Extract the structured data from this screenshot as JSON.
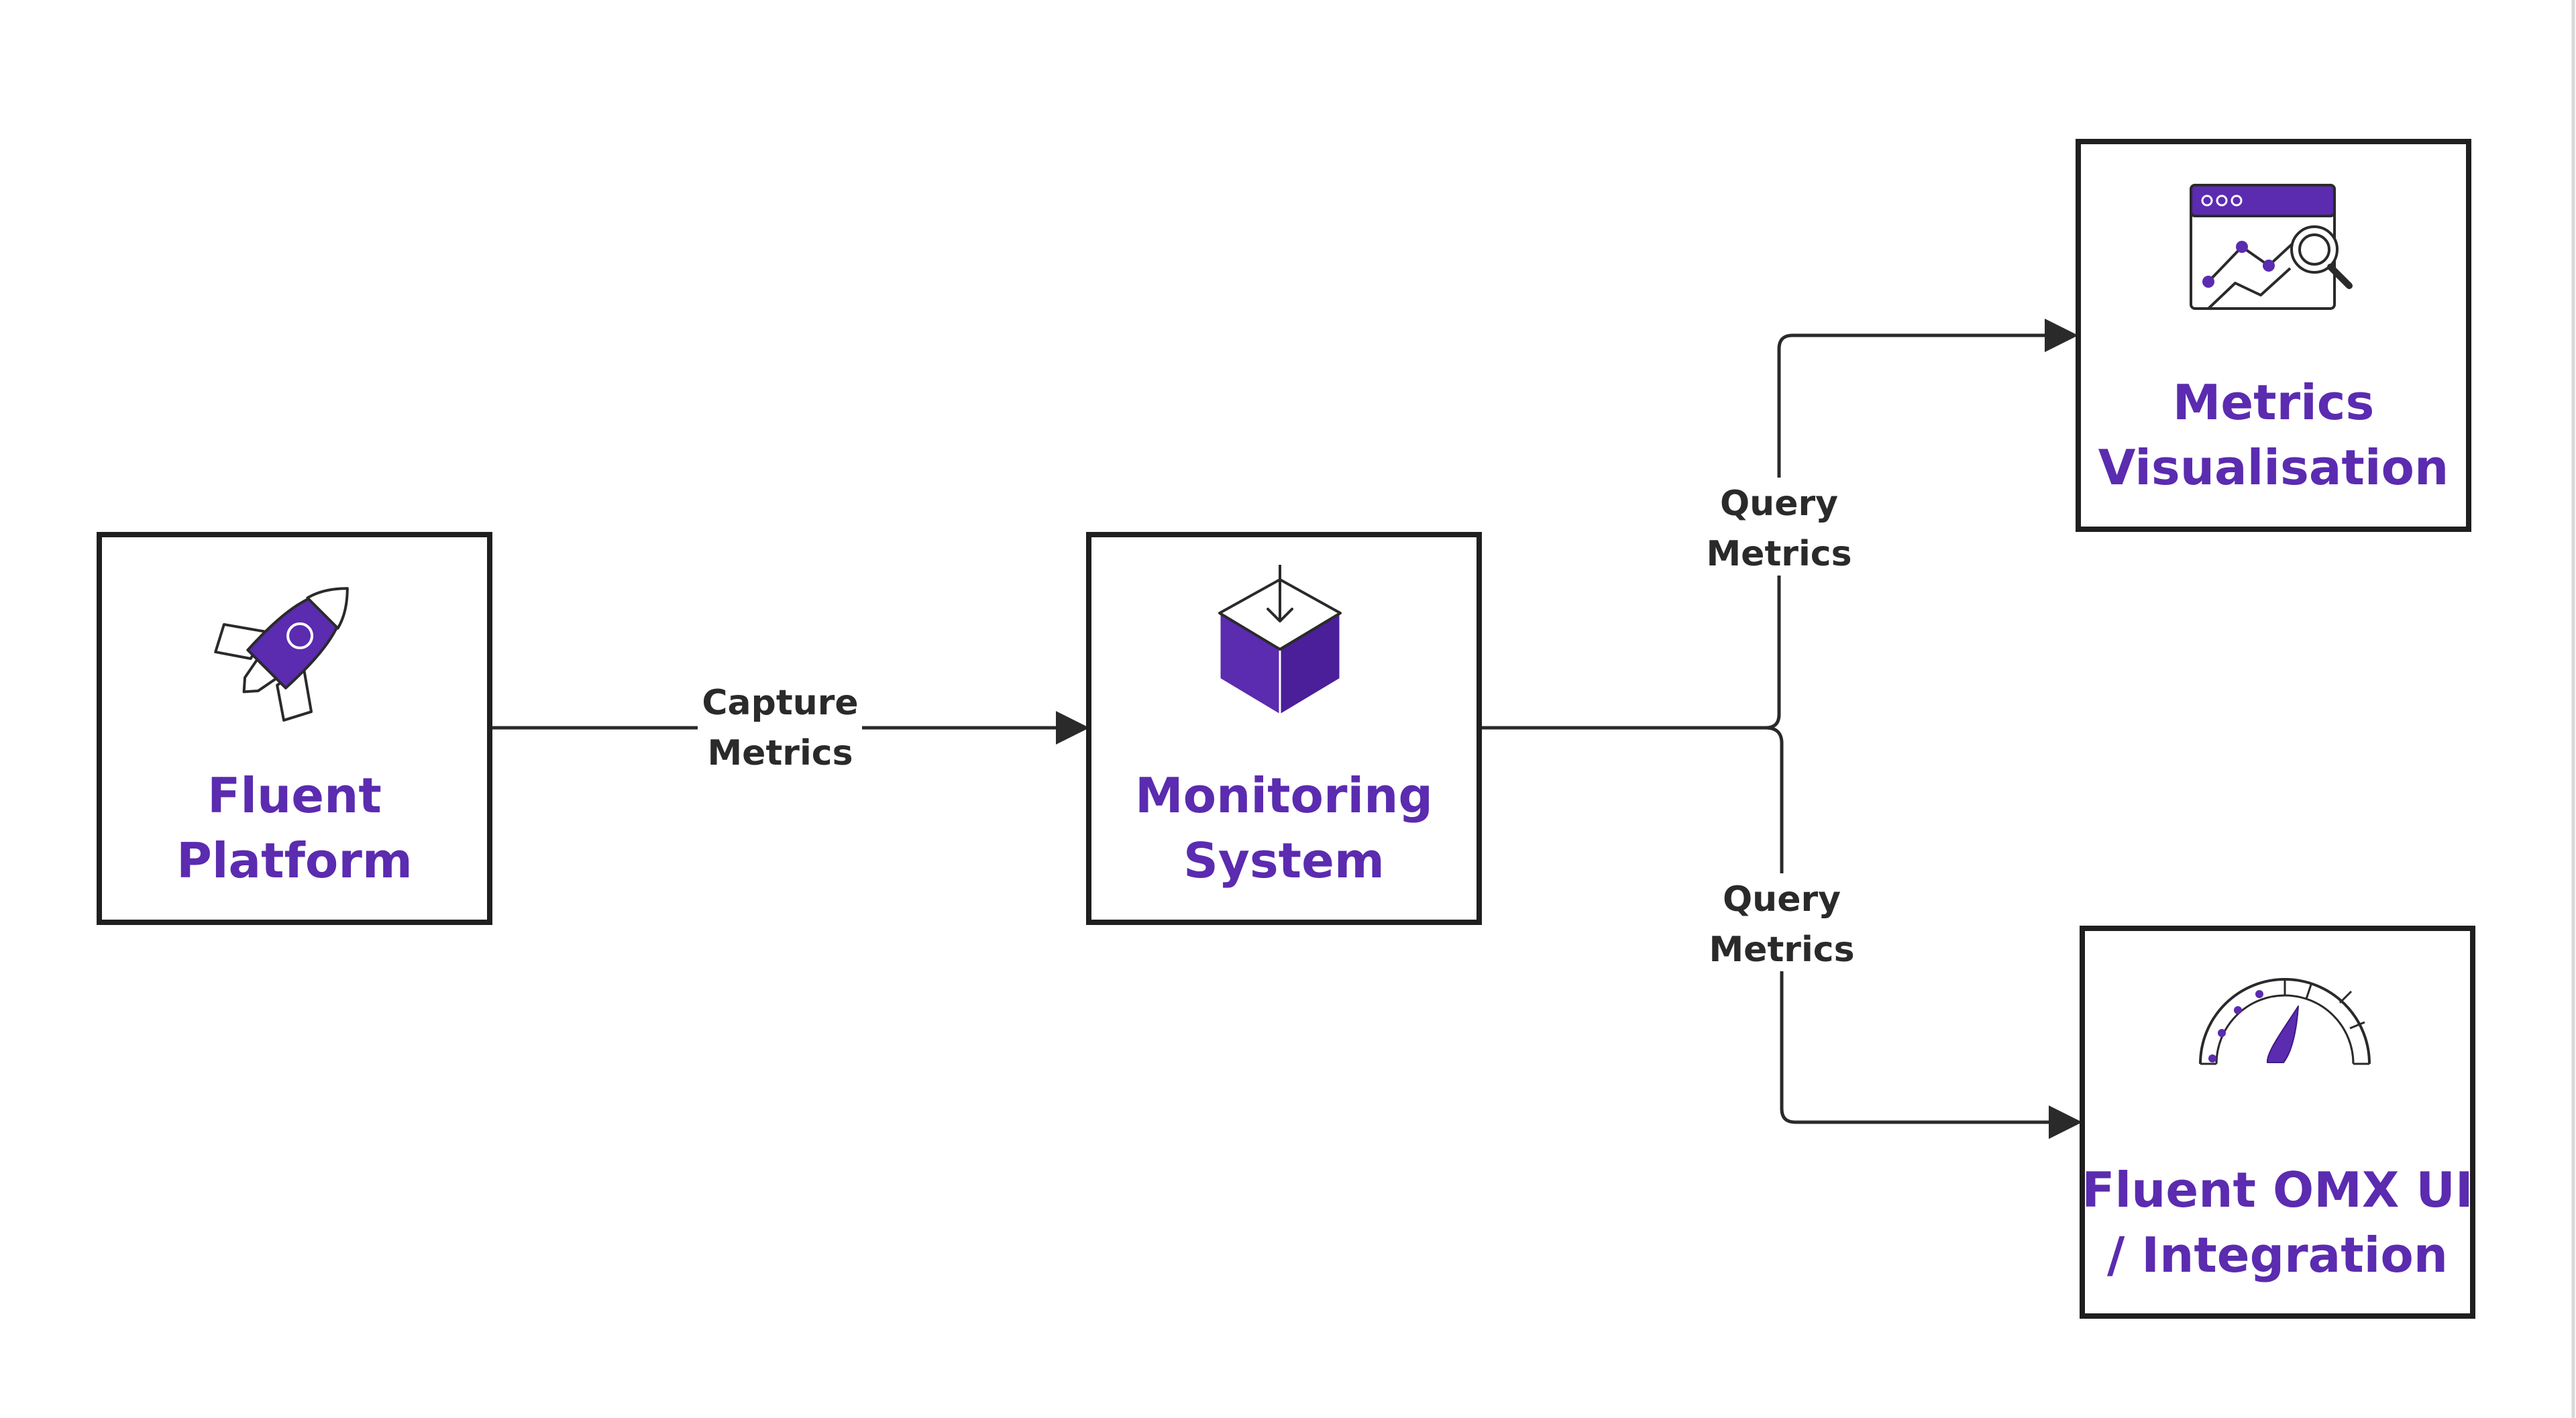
{
  "colors": {
    "accent": "#5b2bb0",
    "accent_dark": "#3d1a85",
    "border": "#1f1f1f",
    "edge": "#2a2a2a"
  },
  "nodes": {
    "fluent_platform": {
      "line1": "Fluent",
      "line2": "Platform",
      "icon": "rocket-icon"
    },
    "monitoring_system": {
      "line1": "Monitoring",
      "line2": "System",
      "icon": "box-download-icon"
    },
    "metrics_visualisation": {
      "line1": "Metrics",
      "line2": "Visualisation",
      "icon": "chart-search-icon"
    },
    "fluent_omx": {
      "line1": "Fluent OMX UI",
      "line2": "/ Integration",
      "icon": "gauge-icon"
    }
  },
  "edges": {
    "capture": {
      "line1": "Capture",
      "line2": "Metrics"
    },
    "query_top": {
      "line1": "Query",
      "line2": "Metrics"
    },
    "query_bottom": {
      "line1": "Query",
      "line2": "Metrics"
    }
  }
}
